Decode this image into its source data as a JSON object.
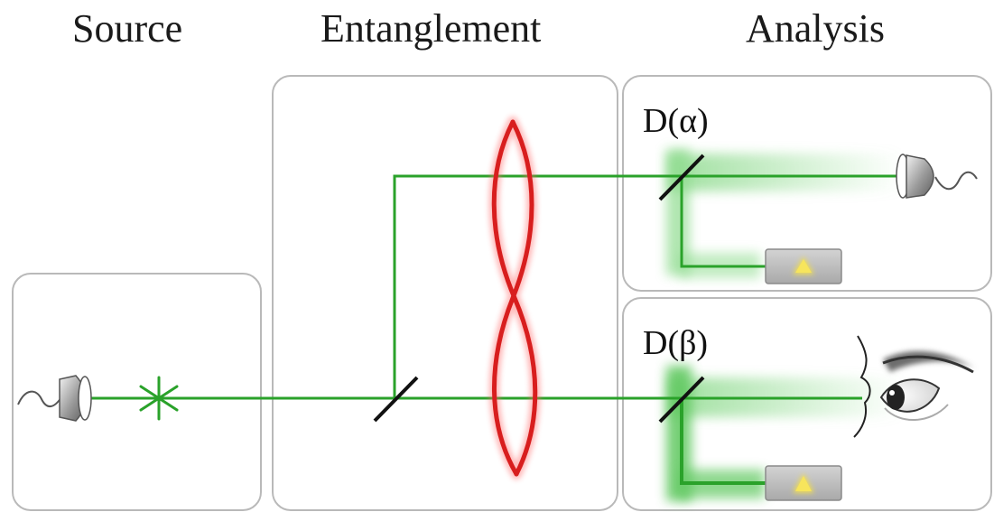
{
  "sections": {
    "source": "Source",
    "entanglement": "Entanglement",
    "analysis": "Analysis"
  },
  "analyzers": {
    "upper": "D(α)",
    "lower": "D(β)"
  },
  "colors": {
    "beam": "#2aa22a",
    "glow": "#7fd67f",
    "entanglement": "#d81e1e",
    "box_border": "#b9b9b9",
    "detector_panel": "#c4c4c4",
    "detector_light": "#f4e04a"
  },
  "icons": [
    "photon-emitter-icon",
    "emission-star-icon",
    "beam-splitter-icon",
    "twisted-entanglement-icon",
    "photon-detector-icon",
    "human-eye-icon",
    "detector-panel-icon"
  ]
}
